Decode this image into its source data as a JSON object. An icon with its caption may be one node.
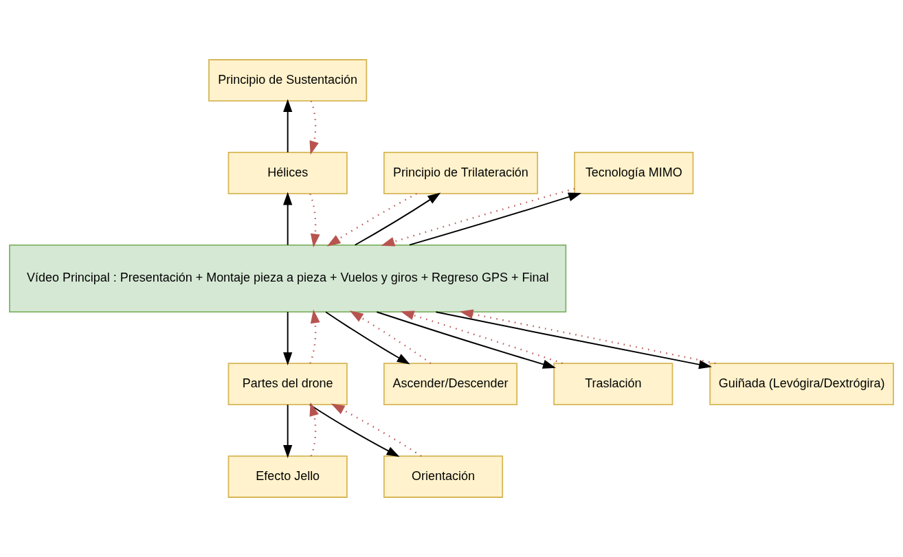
{
  "diagram": {
    "nodes": [
      {
        "text": [
          "Principio de Sustentación"
        ]
      },
      {
        "text": [
          "Hélices"
        ]
      },
      {
        "text": [
          "Principio de Trilateración"
        ]
      },
      {
        "text": [
          "Tecnología MIMO"
        ]
      },
      {
        "text": [
          "Vídeo Principal : Presentación + Montaje pieza a pieza + Vuelos y giros + Regreso GPS + Final"
        ]
      },
      {
        "text": [
          "Partes del drone"
        ]
      },
      {
        "text": [
          "Ascender/Descender"
        ]
      },
      {
        "text": [
          "Traslación"
        ]
      },
      {
        "text": [
          "Guiñada (Levógira/Dextrógira)"
        ]
      },
      {
        "text": [
          "Efecto Jello"
        ]
      },
      {
        "text": [
          "Orientación"
        ]
      }
    ],
    "edges": [
      {
        "from": 1,
        "to": 0,
        "arrow": "to"
      },
      {
        "from": 4,
        "to": 1,
        "arrow": "to"
      },
      {
        "from": 4,
        "to": 2,
        "arrow": "to"
      },
      {
        "from": 4,
        "to": 3,
        "arrow": "to"
      },
      {
        "from": 4,
        "to": 5,
        "arrow": "to"
      },
      {
        "from": 4,
        "to": 6,
        "arrow": "to"
      },
      {
        "from": 4,
        "to": 7,
        "arrow": "to"
      },
      {
        "from": 4,
        "to": 8,
        "arrow": "to"
      },
      {
        "from": 5,
        "to": 9,
        "arrow": "to"
      },
      {
        "from": 5,
        "to": 10,
        "arrow": "to"
      },
      {
        "from": 0,
        "to": 1,
        "arrow": "to",
        "style": "dashed",
        "color": "#b85450"
      },
      {
        "from": 1,
        "to": 4,
        "arrow": "to",
        "style": "dashed",
        "color": "#b85450"
      },
      {
        "from": 2,
        "to": 4,
        "arrow": "to",
        "style": "dashed",
        "color": "#b85450"
      },
      {
        "from": 3,
        "to": 4,
        "arrow": "to",
        "style": "dashed",
        "color": "#b85450"
      },
      {
        "from": 5,
        "to": 4,
        "arrow": "to",
        "style": "dashed",
        "color": "#b85450"
      },
      {
        "from": 6,
        "to": 4,
        "arrow": "to",
        "style": "dashed",
        "color": "#b85450"
      },
      {
        "from": 7,
        "to": 4,
        "arrow": "to",
        "style": "dashed",
        "color": "#b85450"
      },
      {
        "from": 8,
        "to": 4,
        "arrow": "to",
        "style": "dashed",
        "color": "#b85450"
      },
      {
        "from": 9,
        "to": 5,
        "arrow": "to",
        "style": "dashed",
        "color": "#b85450"
      },
      {
        "from": 10,
        "to": 5,
        "arrow": "to",
        "style": "dashed",
        "color": "#b85450"
      }
    ]
  }
}
